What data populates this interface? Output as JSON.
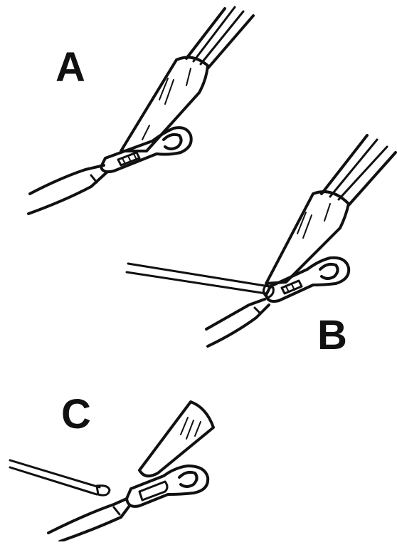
{
  "figure": {
    "ink_color": "#111111",
    "background_color": "#ffffff",
    "panels": [
      {
        "label": "A"
      },
      {
        "label": "B"
      },
      {
        "label": "C"
      }
    ]
  }
}
